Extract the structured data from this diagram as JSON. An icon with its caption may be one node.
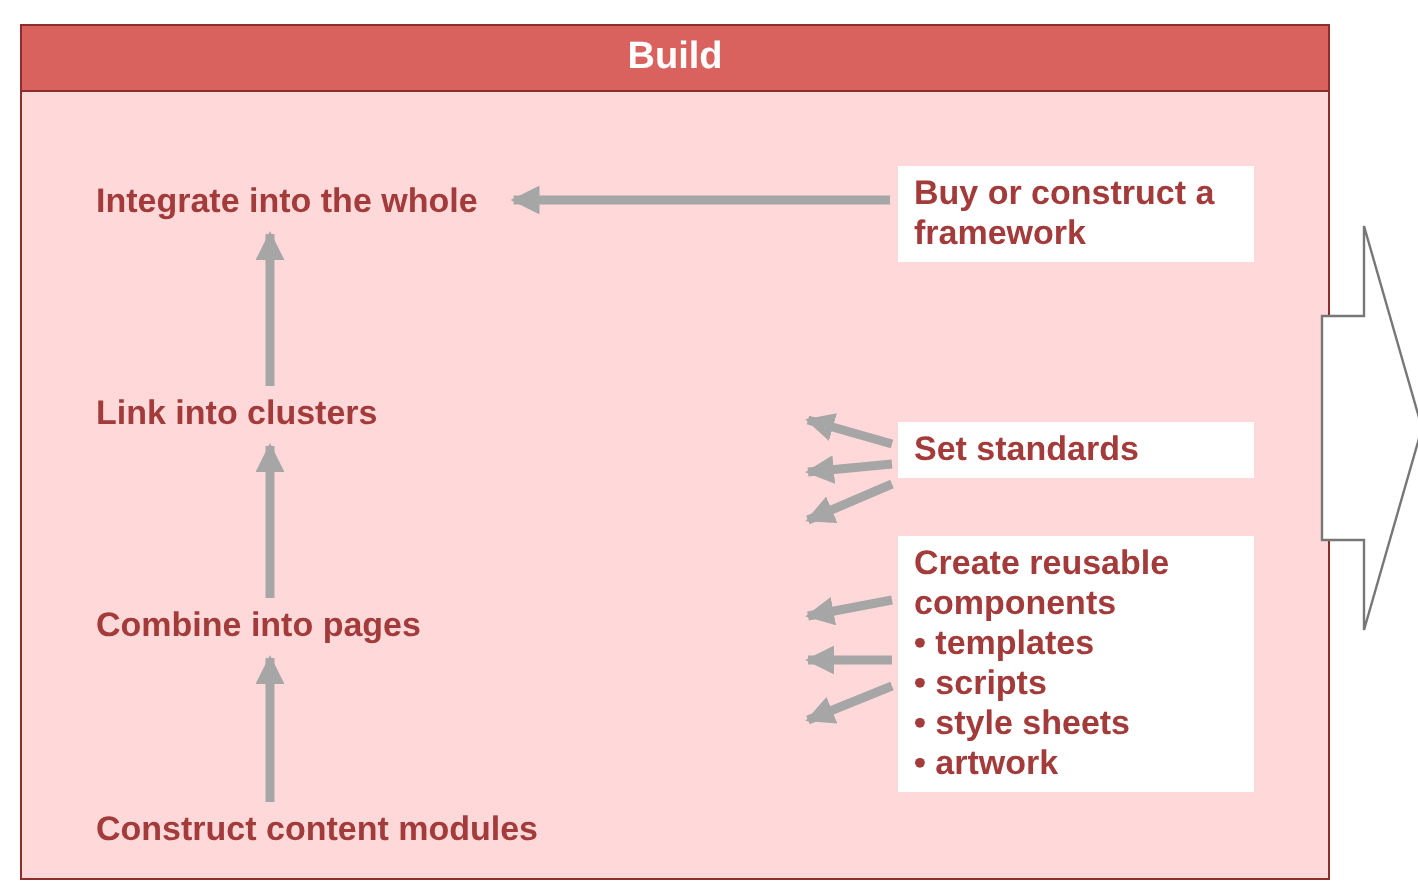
{
  "diagram": {
    "nodes": [
      {
        "text": [
          "Build"
        ]
      },
      {
        "text": [
          "Integrate into the whole"
        ],
        "in": 0
      },
      {
        "text": [
          "Buy or construct a framework"
        ],
        "in": 0
      },
      {
        "text": [
          "Link into clusters"
        ],
        "in": 0
      },
      {
        "text": [
          "Set standards"
        ],
        "in": 0
      },
      {
        "text": [
          "Combine into pages"
        ],
        "in": 0
      },
      {
        "text": [
          "Create reusable components",
          "• templates",
          "• scripts",
          "• style sheets",
          "• artwork"
        ],
        "in": 0
      },
      {
        "text": [
          "Construct content modules"
        ],
        "in": 0
      },
      {
        "text": [],
        "shape": "arrow"
      }
    ],
    "edges": [
      {
        "from": 7,
        "to": 5,
        "arrow": "to"
      },
      {
        "from": 5,
        "to": 3,
        "arrow": "to"
      },
      {
        "from": 3,
        "to": 1,
        "arrow": "to"
      },
      {
        "from": 2,
        "to": 1,
        "arrow": "to"
      },
      {
        "from": 4,
        "to": null,
        "arrow": "to"
      },
      {
        "from": 4,
        "to": null,
        "arrow": "to"
      },
      {
        "from": 4,
        "to": null,
        "arrow": "to"
      },
      {
        "from": 6,
        "to": null,
        "arrow": "to"
      },
      {
        "from": 6,
        "to": null,
        "arrow": "to"
      },
      {
        "from": 6,
        "to": null,
        "arrow": "to"
      }
    ]
  }
}
